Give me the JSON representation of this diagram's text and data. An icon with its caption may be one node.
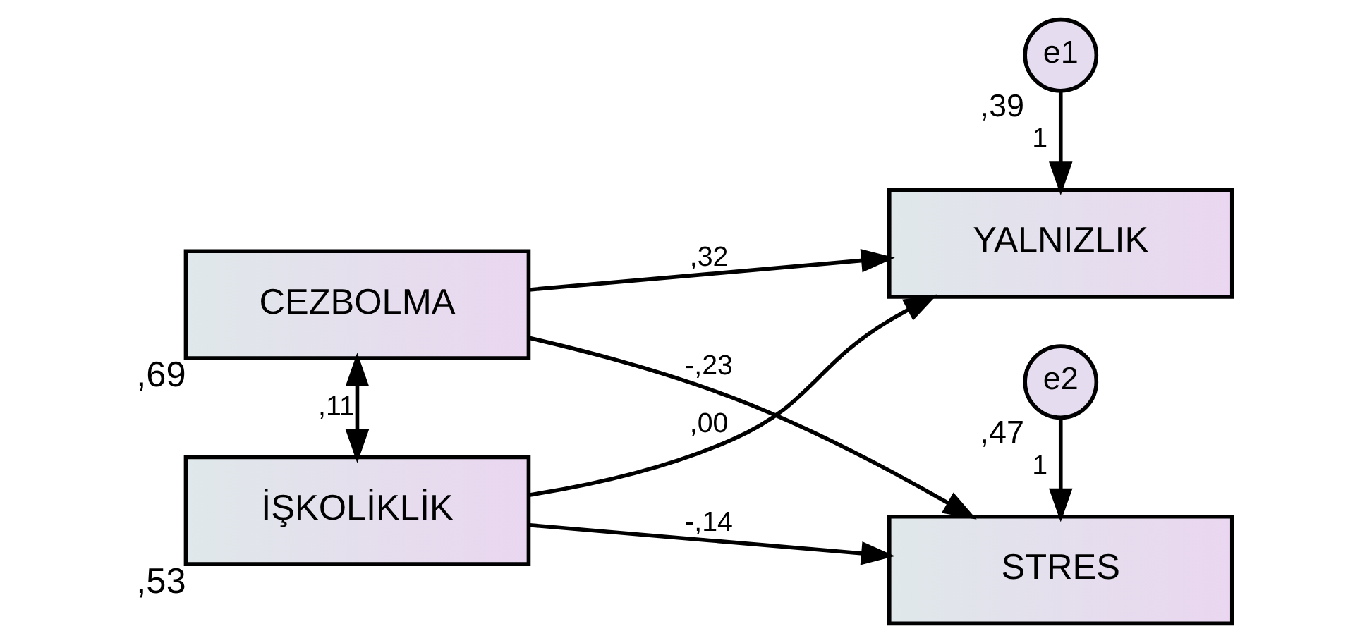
{
  "diagram": {
    "nodes": [
      {
        "text": [
          "e1"
        ],
        "beside": [
          ",39"
        ]
      },
      {
        "text": [
          "İŞKOLİKLİK"
        ],
        "beside": [
          ",53"
        ]
      },
      {
        "text": [
          "YALNIZLIK"
        ]
      },
      {
        "text": [
          "e2"
        ],
        "beside": [
          ",47"
        ]
      },
      {
        "text": [
          "CEZBOLMA"
        ],
        "beside": [
          ",69"
        ]
      },
      {
        "text": [
          "STRES"
        ]
      }
    ],
    "edges": [
      {
        "from": 0,
        "to": 2,
        "arrow": "to",
        "label": "1"
      },
      {
        "from": 1,
        "to": 2,
        "arrow": "to",
        "label": ",00"
      },
      {
        "from": 1,
        "to": 5,
        "arrow": "to",
        "label": "-,14"
      },
      {
        "from": 4,
        "to": 2,
        "arrow": "to",
        "label": ",32"
      },
      {
        "from": 4,
        "to": 1,
        "arrow": "both",
        "label": ",11"
      },
      {
        "from": 3,
        "to": 5,
        "arrow": "to",
        "label": "1"
      },
      {
        "from": 4,
        "to": 5,
        "arrow": "to",
        "label": "-,23"
      }
    ]
  }
}
